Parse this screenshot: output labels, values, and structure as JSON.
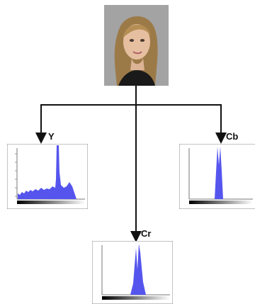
{
  "source": {
    "icon": "portrait-photo",
    "description_color": "#9a9a9a"
  },
  "channels": {
    "y": {
      "label": "Y"
    },
    "cb": {
      "label": "Cb"
    },
    "cr": {
      "label": "Cr"
    }
  },
  "colors": {
    "histogram": "#5555ee",
    "arrow": "#111111",
    "frame": "#8a8a8a"
  }
}
